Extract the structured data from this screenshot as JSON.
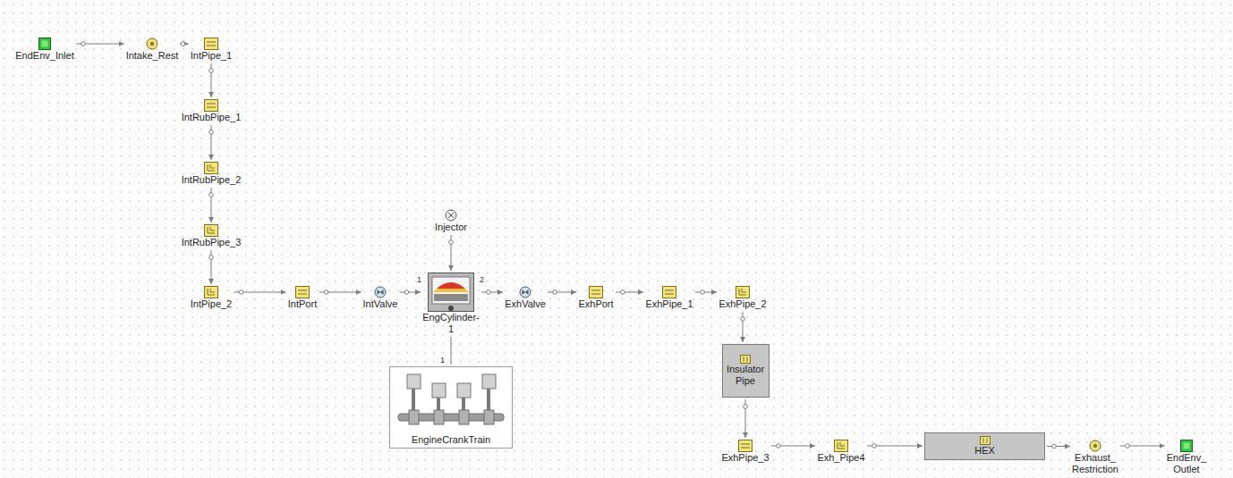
{
  "diagram": {
    "nodes": [
      {
        "text": [
          "EndEnv_Inlet"
        ]
      },
      {
        "text": [
          "Intake_Rest"
        ]
      },
      {
        "text": [
          "IntPipe_1"
        ]
      },
      {
        "text": [
          "IntRubPipe_1"
        ]
      },
      {
        "text": [
          "IntRubPipe_2"
        ]
      },
      {
        "text": [
          "IntRubPipe_3"
        ]
      },
      {
        "text": [
          "Injector"
        ]
      },
      {
        "text": [
          "IntPipe_2"
        ]
      },
      {
        "text": [
          "IntPort"
        ]
      },
      {
        "text": [
          "IntValve"
        ]
      },
      {
        "text": [
          "EngCylinder-1"
        ]
      },
      {
        "text": [
          "ExhValve"
        ]
      },
      {
        "text": [
          "ExhPort"
        ]
      },
      {
        "text": [
          "ExhPipe_1"
        ]
      },
      {
        "text": [
          "ExhPipe_2"
        ]
      },
      {
        "text": [
          "Insulator Pipe"
        ]
      },
      {
        "text": [
          "EngineCrankTrain"
        ]
      },
      {
        "text": [
          "ExhPipe_3"
        ]
      },
      {
        "text": [
          "Exh_Pipe4"
        ]
      },
      {
        "text": [
          "HEX"
        ]
      },
      {
        "text": [
          "Exhaust_ Restriction"
        ]
      },
      {
        "text": [
          "EndEnv_ Outlet"
        ]
      }
    ],
    "edges": [
      {
        "from": 0,
        "to": 1,
        "arrow": "to"
      },
      {
        "from": 1,
        "to": 2,
        "arrow": "to"
      },
      {
        "from": 2,
        "to": 3,
        "arrow": "to"
      },
      {
        "from": 3,
        "to": 4,
        "arrow": "to"
      },
      {
        "from": 4,
        "to": 5,
        "arrow": "to"
      },
      {
        "from": 5,
        "to": 7,
        "arrow": "to"
      },
      {
        "from": 7,
        "to": 8,
        "arrow": "to"
      },
      {
        "from": 8,
        "to": 9,
        "arrow": "to"
      },
      {
        "from": 9,
        "to": 10,
        "arrow": "to"
      },
      {
        "from": 6,
        "to": 10,
        "arrow": "to"
      },
      {
        "from": 10,
        "to": 11,
        "arrow": "to"
      },
      {
        "from": 11,
        "to": 12,
        "arrow": "to"
      },
      {
        "from": 12,
        "to": 13,
        "arrow": "to"
      },
      {
        "from": 13,
        "to": 14,
        "arrow": "to"
      },
      {
        "from": 14,
        "to": 15,
        "arrow": "to"
      },
      {
        "from": 15,
        "to": 17,
        "arrow": "to"
      },
      {
        "from": 10,
        "to": 16,
        "arrow": "none"
      },
      {
        "from": 17,
        "to": 18,
        "arrow": "to"
      },
      {
        "from": 18,
        "to": 19,
        "arrow": "to"
      },
      {
        "from": 19,
        "to": 20,
        "arrow": "to"
      },
      {
        "from": 20,
        "to": 21,
        "arrow": "to"
      }
    ],
    "labels": [
      "1",
      "2",
      "1"
    ]
  }
}
